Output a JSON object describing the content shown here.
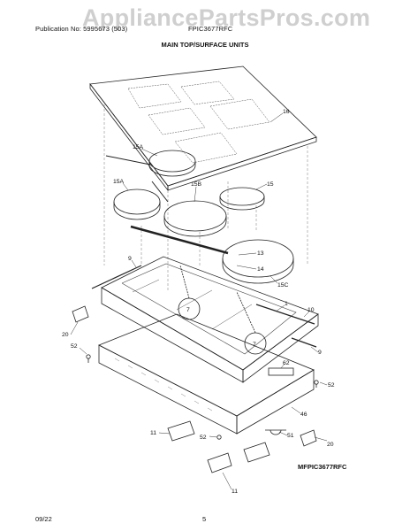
{
  "header": {
    "publication": "Publication No: 5995673 (503)",
    "model": "FPIC3677RFC",
    "watermark": "AppliancePartsPros.com",
    "title": "MAIN TOP/SURFACE UNITS"
  },
  "diagram": {
    "code": "MFPIC3677RFC",
    "callouts": [
      "16",
      "15A",
      "15A",
      "15B",
      "15",
      "13",
      "14",
      "15C",
      "9",
      "1",
      "10",
      "7",
      "7",
      "20",
      "52",
      "9",
      "62",
      "52",
      "46",
      "11",
      "52",
      "51",
      "20",
      "11"
    ]
  },
  "footer": {
    "date": "09/22",
    "page": "5"
  }
}
